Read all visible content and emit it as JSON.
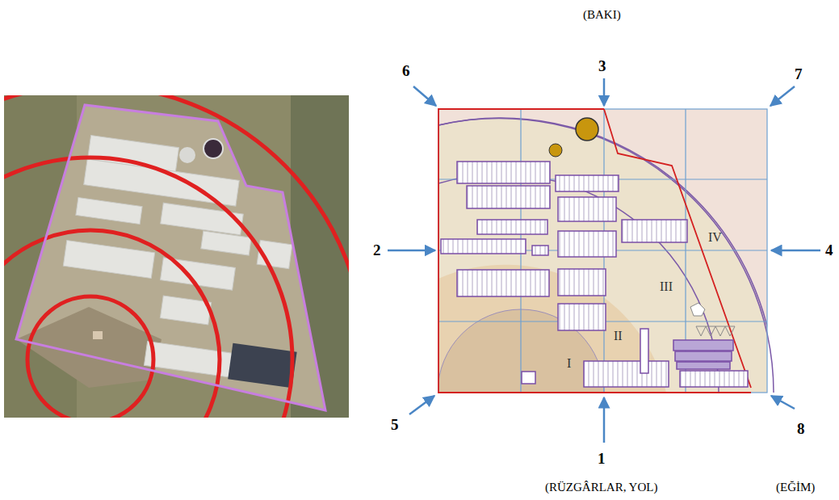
{
  "diagram": {
    "labels": [
      "(BAKI)",
      "3",
      "6",
      "7",
      "2",
      "4",
      "IV",
      "III",
      "II",
      "I",
      "5",
      "1",
      "8",
      "(EĞİM)",
      "(RÜZGÂRLAR, YOL)"
    ]
  }
}
